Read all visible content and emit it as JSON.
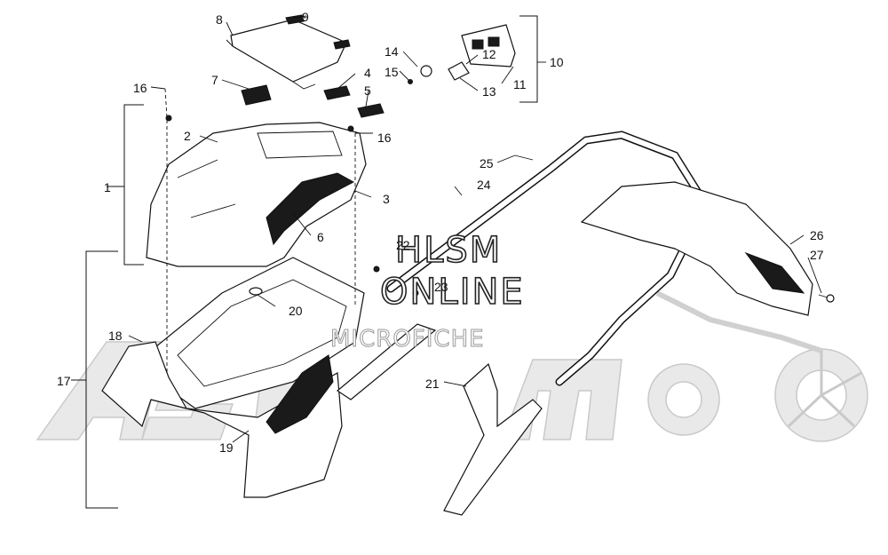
{
  "diagram": {
    "callouts": [
      {
        "id": "c1",
        "text": "1"
      },
      {
        "id": "c2",
        "text": "2"
      },
      {
        "id": "c3",
        "text": "3"
      },
      {
        "id": "c4",
        "text": "4"
      },
      {
        "id": "c5",
        "text": "5"
      },
      {
        "id": "c6",
        "text": "6"
      },
      {
        "id": "c7",
        "text": "7"
      },
      {
        "id": "c8",
        "text": "8"
      },
      {
        "id": "c9",
        "text": "9"
      },
      {
        "id": "c10",
        "text": "10"
      },
      {
        "id": "c11",
        "text": "11"
      },
      {
        "id": "c12",
        "text": "12"
      },
      {
        "id": "c13",
        "text": "13"
      },
      {
        "id": "c14",
        "text": "14"
      },
      {
        "id": "c15",
        "text": "15"
      },
      {
        "id": "c16a",
        "text": "16"
      },
      {
        "id": "c16b",
        "text": "16"
      },
      {
        "id": "c17",
        "text": "17"
      },
      {
        "id": "c18",
        "text": "18"
      },
      {
        "id": "c19",
        "text": "19"
      },
      {
        "id": "c20",
        "text": "20"
      },
      {
        "id": "c21",
        "text": "21"
      },
      {
        "id": "c22",
        "text": "22"
      },
      {
        "id": "c23",
        "text": "23"
      },
      {
        "id": "c24",
        "text": "24"
      },
      {
        "id": "c25",
        "text": "25"
      },
      {
        "id": "c26",
        "text": "26"
      },
      {
        "id": "c27",
        "text": "27"
      }
    ],
    "watermark": {
      "line1": "HLSM",
      "line2": "ONLINE",
      "line3": "MICROFICHE"
    },
    "colors": {
      "ink": "#111111",
      "logo": "#e9e9e9",
      "paper": "#ffffff"
    }
  }
}
